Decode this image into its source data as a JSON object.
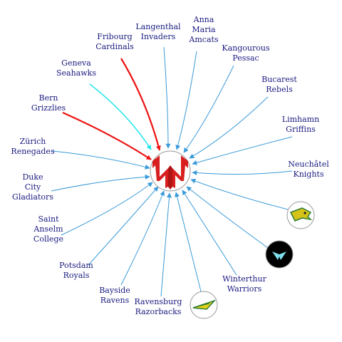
{
  "center": {
    "logo": "team-shield-logo"
  },
  "teams": [
    {
      "id": "fribourg-cardinals",
      "lines": [
        "Fribourg",
        "Cardinals"
      ],
      "edge_color": "#ee1111"
    },
    {
      "id": "langenthal-invaders",
      "lines": [
        "Langenthal",
        "Invaders"
      ],
      "edge_color": "#3a9ad9"
    },
    {
      "id": "anna-maria-amcats",
      "lines": [
        "Anna",
        "Maria",
        "Amcats"
      ],
      "edge_color": "#3a9ad9"
    },
    {
      "id": "kangourous-pessac",
      "lines": [
        "Kangourous",
        "Pessac"
      ],
      "edge_color": "#3a9ad9"
    },
    {
      "id": "bucarest-rebels",
      "lines": [
        "Bucarest",
        "Rebels"
      ],
      "edge_color": "#3a9ad9"
    },
    {
      "id": "limhamn-griffins",
      "lines": [
        "Limhamn",
        "Griffins"
      ],
      "edge_color": "#3a9ad9"
    },
    {
      "id": "neuchatel-knights",
      "lines": [
        "Neuchâtel",
        "Knights"
      ],
      "edge_color": "#3a9ad9"
    },
    {
      "id": "logo-team-green-dragon",
      "lines": [],
      "logo": "green-dragon-logo",
      "edge_color": "#3a9ad9"
    },
    {
      "id": "logo-team-black-bird",
      "lines": [],
      "logo": "black-bird-logo",
      "edge_color": "#3a9ad9"
    },
    {
      "id": "winterthur-warriors",
      "lines": [
        "Winterthur",
        "Warriors"
      ],
      "edge_color": "#3a9ad9"
    },
    {
      "id": "logo-team-yellow-spear",
      "lines": [],
      "logo": "yellow-spear-logo",
      "edge_color": "#3a9ad9"
    },
    {
      "id": "ravensburg-razorbacks",
      "lines": [
        "Ravensburg",
        "Razorbacks"
      ],
      "edge_color": "#3a9ad9"
    },
    {
      "id": "bayside-ravens",
      "lines": [
        "Bayside",
        "Ravens"
      ],
      "edge_color": "#3a9ad9"
    },
    {
      "id": "potsdam-royals",
      "lines": [
        "Potsdam",
        "Royals"
      ],
      "edge_color": "#3a9ad9"
    },
    {
      "id": "saint-anselm-college",
      "lines": [
        "Saint",
        "Anselm",
        "College"
      ],
      "edge_color": "#3a9ad9"
    },
    {
      "id": "duke-city-gladiators",
      "lines": [
        "Duke",
        "City",
        "Gladiators"
      ],
      "edge_color": "#3a9ad9"
    },
    {
      "id": "zurich-renegades",
      "lines": [
        "Zürich",
        "Renegades"
      ],
      "edge_color": "#3a9ad9"
    },
    {
      "id": "bern-grizzlies",
      "lines": [
        "Bern",
        "Grizzlies"
      ],
      "edge_color": "#ee1111"
    },
    {
      "id": "geneva-seahawks",
      "lines": [
        "Geneva",
        "Seahawks"
      ],
      "edge_color": "#22e5ee"
    }
  ]
}
